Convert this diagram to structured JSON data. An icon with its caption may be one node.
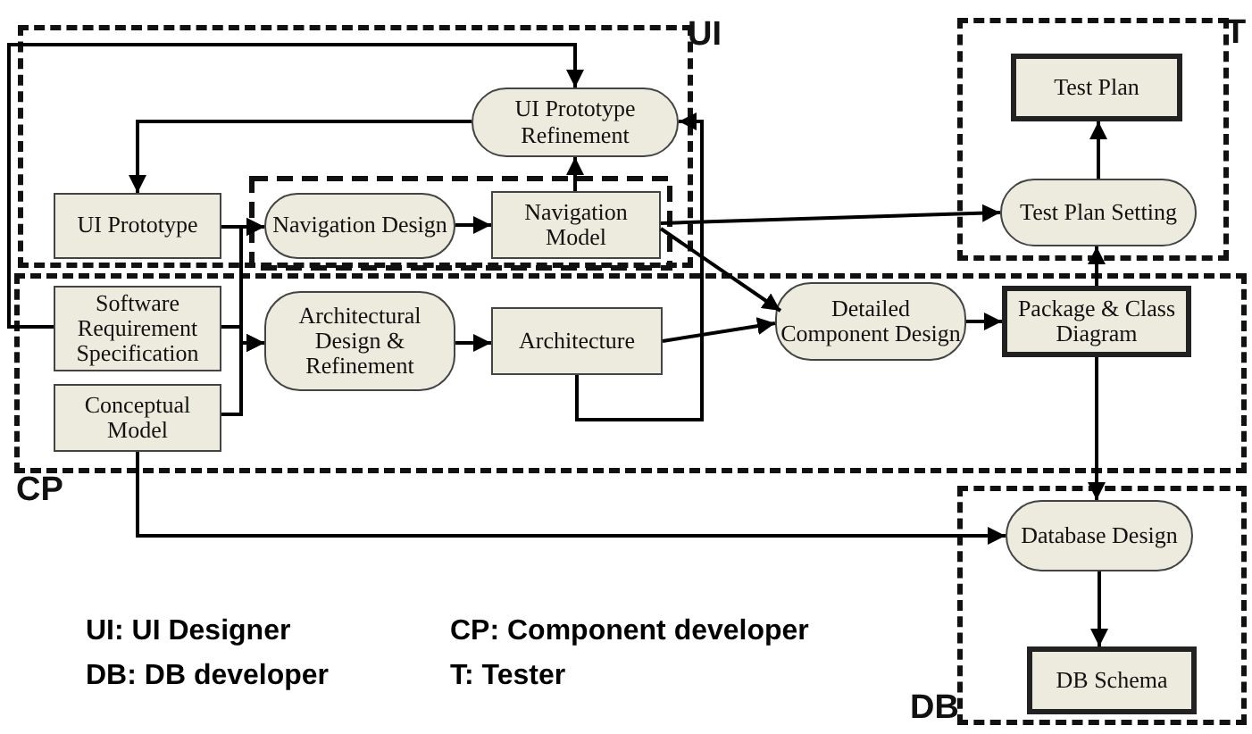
{
  "diagram": {
    "nodes": [
      {
        "text": [
          "UI"
        ]
      },
      {
        "text": [
          "UI Prototype Refinement"
        ],
        "in": 0
      },
      {
        "text": [
          "UI Prototype"
        ],
        "in": 0
      },
      {
        "text": [
          "Navigation Design"
        ],
        "in": 0
      },
      {
        "text": [
          "Navigation Model"
        ],
        "in": 0
      },
      {
        "text": [
          "CP"
        ]
      },
      {
        "text": [
          "Software Requirement Specification"
        ],
        "in": 5
      },
      {
        "text": [
          "Conceptual Model"
        ],
        "in": 5
      },
      {
        "text": [
          "Architectural Design & Refinement"
        ],
        "in": 5
      },
      {
        "text": [
          "Architecture"
        ],
        "in": 5
      },
      {
        "text": [
          "Detailed Component Design"
        ],
        "in": 5
      },
      {
        "text": [
          "Package & Class Diagram"
        ],
        "in": 5
      },
      {
        "text": [
          "T"
        ]
      },
      {
        "text": [
          "Test Plan"
        ],
        "in": 12
      },
      {
        "text": [
          "Test Plan Setting"
        ],
        "in": 12
      },
      {
        "text": [
          "DB"
        ]
      },
      {
        "text": [
          "Database Design"
        ],
        "in": 15
      },
      {
        "text": [
          "DB Schema"
        ],
        "in": 15
      }
    ],
    "edges": [
      {
        "from": 6,
        "to": 1,
        "arrow": "to"
      },
      {
        "from": 1,
        "to": 2,
        "arrow": "to"
      },
      {
        "from": 2,
        "to": 3,
        "arrow": "to"
      },
      {
        "from": 2,
        "to": 8,
        "arrow": "to"
      },
      {
        "from": 6,
        "to": 3,
        "arrow": "to"
      },
      {
        "from": 6,
        "to": 8,
        "arrow": "to"
      },
      {
        "from": 7,
        "to": 3,
        "arrow": "to"
      },
      {
        "from": 7,
        "to": 8,
        "arrow": "to"
      },
      {
        "from": 3,
        "to": 4,
        "arrow": "to"
      },
      {
        "from": 4,
        "to": 1,
        "arrow": "to"
      },
      {
        "from": 4,
        "to": 14,
        "arrow": "to"
      },
      {
        "from": 4,
        "to": 10,
        "arrow": "to"
      },
      {
        "from": 9,
        "to": 10,
        "arrow": "to"
      },
      {
        "from": 9,
        "to": 1,
        "arrow": "to"
      },
      {
        "from": 8,
        "to": 9,
        "arrow": "to"
      },
      {
        "from": 10,
        "to": 11,
        "arrow": "to"
      },
      {
        "from": 11,
        "to": 14,
        "arrow": "to"
      },
      {
        "from": 14,
        "to": 13,
        "arrow": "to"
      },
      {
        "from": 11,
        "to": 16,
        "arrow": "to"
      },
      {
        "from": 7,
        "to": 16,
        "arrow": "to"
      },
      {
        "from": 16,
        "to": 17,
        "arrow": "to"
      }
    ],
    "labels": [
      "UI: UI Designer",
      "CP: Component developer",
      "DB: DB developer",
      "T: Tester"
    ]
  }
}
